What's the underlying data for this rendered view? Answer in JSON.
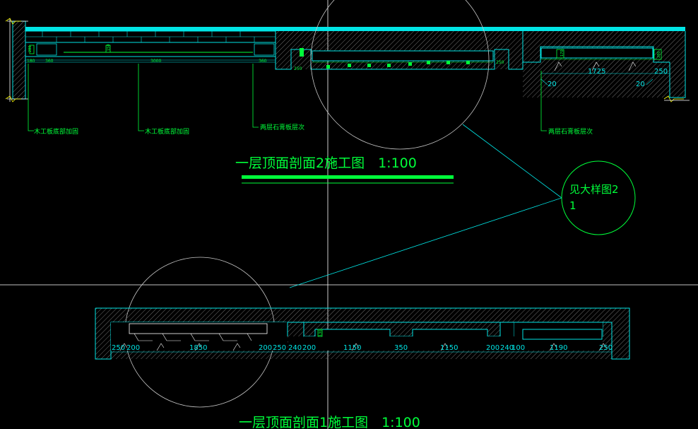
{
  "colors": {
    "background": "#000000",
    "cyan": "#00e5e5",
    "green": "#00ff3a",
    "white": "#ffffff",
    "hatch": "#7f7f7f"
  },
  "section2": {
    "title": "一层顶面剖面2施工图　1:100",
    "dims_left": [
      "180",
      "360",
      "3000",
      "360"
    ],
    "dims_right": [
      "1725",
      "250",
      "20",
      "20"
    ],
    "dim_small_left": "250",
    "dim_small_mid": "250",
    "vertical_dims": [
      "280",
      "150",
      "170",
      "280"
    ],
    "labels": [
      "木工板底部加固",
      "木工板底部加固",
      "两层石膏板层次",
      "两层石膏板层次"
    ]
  },
  "callout": {
    "text_line1": "见大样图2",
    "text_line2": "1"
  },
  "section1": {
    "title": "一层顶面剖面1施工图　1:100",
    "dims": [
      "250",
      "200",
      "1850",
      "200",
      "250",
      "240",
      "200",
      "1150",
      "350",
      "1150",
      "200",
      "240",
      "100",
      "1190",
      "250"
    ],
    "vertical_dims": [
      "130"
    ]
  }
}
